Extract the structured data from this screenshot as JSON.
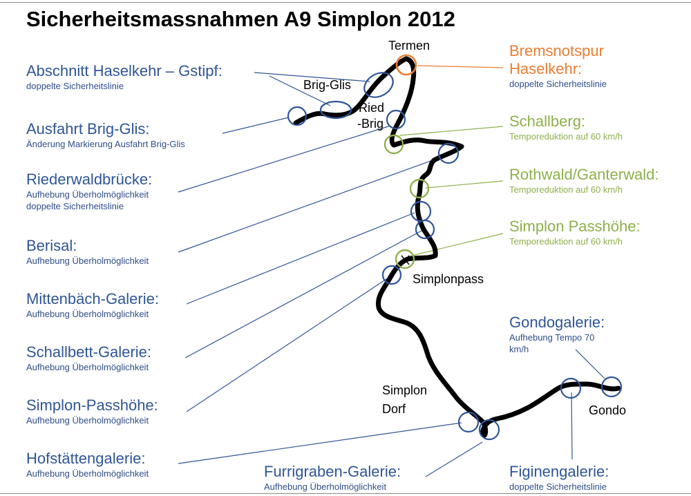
{
  "title": "Sicherheitsmassnahmen A9 Simplon 2012",
  "colors": {
    "blue": "#2f5597",
    "green": "#8db04a",
    "orange": "#ed7d31",
    "route": "#000000"
  },
  "places": {
    "termen": "Termen",
    "brig_glis": "Brig-Glis",
    "ried_brig_1": "Ried",
    "ried_brig_2": "-Brig",
    "simplonpass": "Simplonpass",
    "simplon_dorf_1": "Simplon",
    "simplon_dorf_2": "Dorf",
    "gondo": "Gondo"
  },
  "left_labels": [
    {
      "heading": "Abschnitt Haselkehr – Gstipf:",
      "lines": [
        "doppelte Sicherheitslinie"
      ]
    },
    {
      "heading": "Ausfahrt Brig-Glis:",
      "lines": [
        "Änderung Markierung Ausfahrt Brig-Glis"
      ]
    },
    {
      "heading": "Riederwaldbrücke:",
      "lines": [
        "Aufhebung Überholmöglichkeit",
        "doppelte Sicherheitslinie"
      ]
    },
    {
      "heading": "Berisal:",
      "lines": [
        "Aufhebung Überholmöglichkeit"
      ]
    },
    {
      "heading": "Mittenbäch-Galerie:",
      "lines": [
        "Aufhebung Überholmöglichkeit"
      ]
    },
    {
      "heading": "Schallbett-Galerie:",
      "lines": [
        "Aufhebung Überholmöglichkeit"
      ]
    },
    {
      "heading": "Simplon-Passhöhe:",
      "lines": [
        "Aufhebung Überholmöglichkeit"
      ]
    },
    {
      "heading": "Hofstättengalerie:",
      "lines": [
        "Aufhebung Überholmöglichkeit"
      ]
    }
  ],
  "right_labels": [
    {
      "heading_1": "Bremsnotspur",
      "heading_2": "Haselkehr:",
      "lines": [
        "doppelte Sicherheitslinie"
      ]
    },
    {
      "heading": "Schallberg:",
      "lines": [
        "Temporeduktion auf 60 km/h"
      ]
    },
    {
      "heading": "Rothwald/Ganterwald:",
      "lines": [
        "Temporeduktion auf 60 km/h"
      ]
    },
    {
      "heading": "Simplon Passhöhe:",
      "lines": [
        "Temporeduktion auf 60 km/h"
      ]
    },
    {
      "heading": "Gondogalerie:",
      "lines": [
        "Aufhebung Tempo 70",
        "km/h"
      ]
    }
  ],
  "bottom_labels": [
    {
      "heading": "Furrigraben-Galerie:",
      "lines": [
        "Aufhebung Überholmöglichkeit"
      ]
    },
    {
      "heading": "Figinengalerie:",
      "lines": [
        "doppelte Sicherheitslinie"
      ]
    }
  ]
}
